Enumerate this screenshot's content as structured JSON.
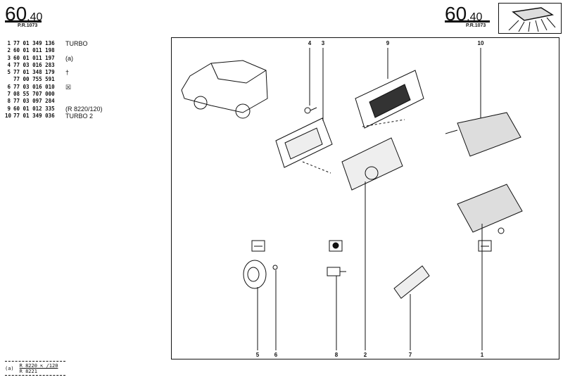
{
  "header_left": {
    "section_major": "60",
    "section_minor": ".40",
    "pr_code": "P.R.1073"
  },
  "header_right": {
    "section_major": "60",
    "section_minor": ".40",
    "pr_code": "P.R.1073",
    "thumbnail_icon": "roof-light-icon"
  },
  "parts": [
    {
      "num": "1",
      "ref": "77 01 349 136",
      "note": "TURBO"
    },
    {
      "num": "2",
      "ref": "60 01 011 198",
      "note": ""
    },
    {
      "num": "3",
      "ref": "60 01 011 197",
      "note": "(a)"
    },
    {
      "num": "4",
      "ref": "77 03 016 283",
      "note": ""
    },
    {
      "num": "5",
      "ref": "77 01 348 179",
      "note": "†"
    },
    {
      "num": "",
      "ref": "77 00 755 591",
      "note": ""
    },
    {
      "num": "6",
      "ref": "77 03 016 010",
      "note": "☒"
    },
    {
      "num": "7",
      "ref": "08 55 707 000",
      "note": ""
    },
    {
      "num": "8",
      "ref": "77 03 097 284",
      "note": ""
    },
    {
      "num": "9",
      "ref": "60 01 012 335",
      "note": "(R 8220/120)"
    },
    {
      "num": "10",
      "ref": "77 01 349 036",
      "note": "TURBO 2"
    }
  ],
  "callouts_top": [
    "4",
    "3",
    "9",
    "10"
  ],
  "callouts_bottom": [
    "5",
    "6",
    "8",
    "2",
    "7",
    "1"
  ],
  "footnote": {
    "marker": "(a)",
    "line1": "R 8220 ⇱ /120",
    "line2": "R 8221"
  }
}
